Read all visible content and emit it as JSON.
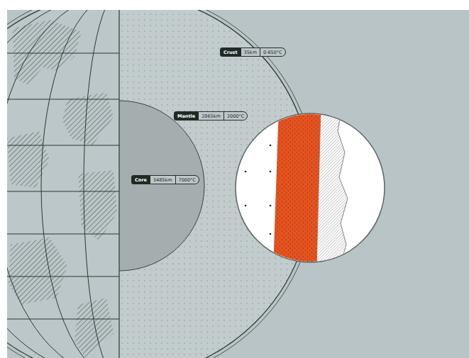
{
  "diagram": {
    "nodes": [
      {
        "text": [
          "Crust",
          "35km",
          "0-650°C"
        ]
      },
      {
        "text": [
          "Mantle",
          "2865km",
          "2000°C"
        ]
      },
      {
        "text": [
          "Core",
          "3485km",
          "7000°C"
        ]
      }
    ]
  }
}
